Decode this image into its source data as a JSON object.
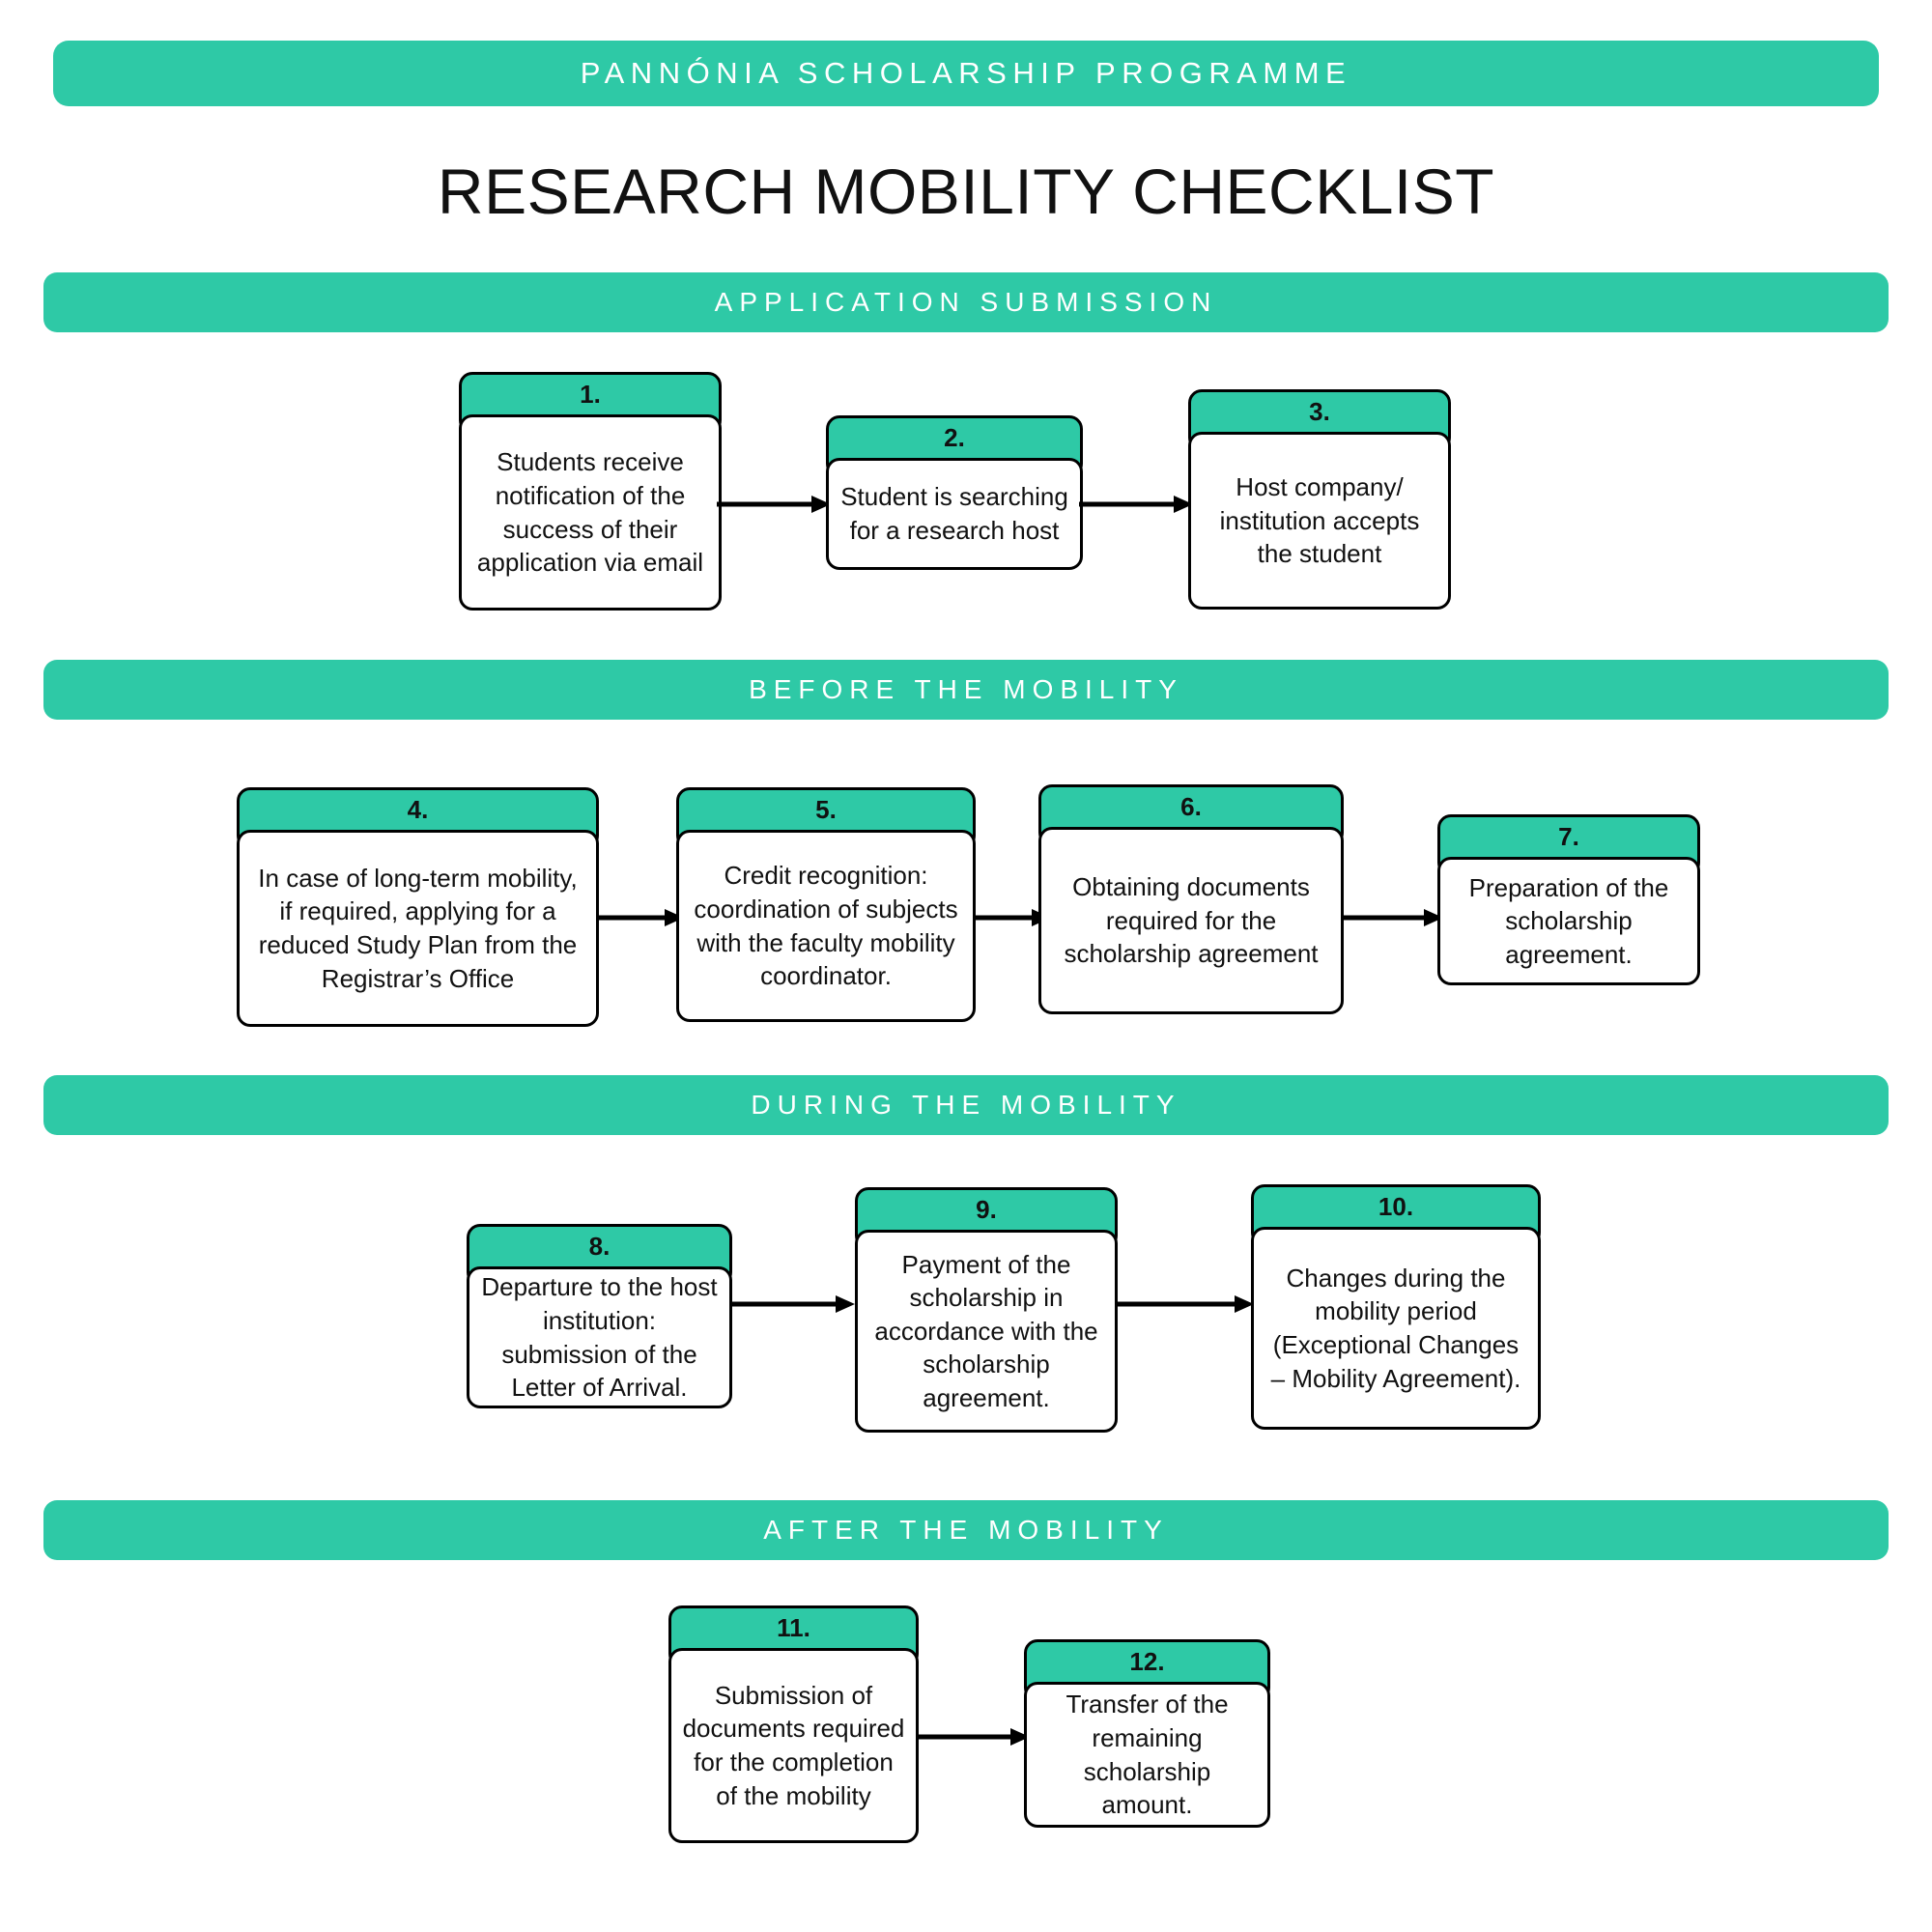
{
  "brand": {
    "text": "PANNÓNIA SCHOLARSHIP PROGRAMME"
  },
  "title": "RESEARCH MOBILITY CHECKLIST",
  "theme": {
    "accent": "#2ec9a6",
    "text": "#111111",
    "background": "#ffffff",
    "border": "#000000"
  },
  "sections": [
    {
      "id": "application-submission",
      "label": "APPLICATION SUBMISSION",
      "steps": [
        {
          "number": "1.",
          "text": "Students receive notification of the success of their application via email"
        },
        {
          "number": "2.",
          "text": "Student is searching for a research host"
        },
        {
          "number": "3.",
          "text": "Host company/ institution accepts the student"
        }
      ]
    },
    {
      "id": "before-the-mobility",
      "label": "BEFORE THE MOBILITY",
      "steps": [
        {
          "number": "4.",
          "text": "In case of long-term mobility, if required, applying for a reduced Study Plan from the Registrar’s Office"
        },
        {
          "number": "5.",
          "text": "Credit recognition: coordination of subjects with the faculty mobility coordinator."
        },
        {
          "number": "6.",
          "text": "Obtaining documents required for the scholarship agreement"
        },
        {
          "number": "7.",
          "text": "Preparation of the scholarship agreement."
        }
      ]
    },
    {
      "id": "during-the-mobility",
      "label": "DURING THE MOBILITY",
      "steps": [
        {
          "number": "8.",
          "text": "Departure to the host institution: submission of the Letter of Arrival."
        },
        {
          "number": "9.",
          "text": "Payment of the scholarship in accordance with the scholarship agreement."
        },
        {
          "number": "10.",
          "text": "Changes during the mobility period (Exceptional Changes – Mobility Agreement)."
        }
      ]
    },
    {
      "id": "after-the-mobility",
      "label": "AFTER THE MOBILITY",
      "steps": [
        {
          "number": "11.",
          "text": "Submission of documents required for the completion of the mobility"
        },
        {
          "number": "12.",
          "text": "Transfer of the remaining scholarship amount."
        }
      ]
    }
  ]
}
